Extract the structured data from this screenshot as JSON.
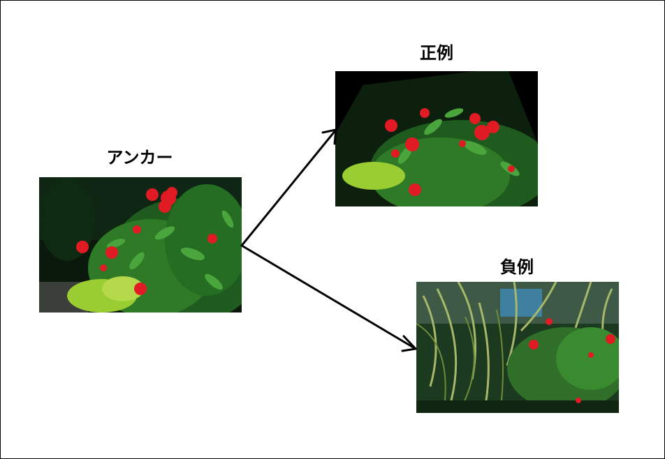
{
  "labels": {
    "anchor": "アンカー",
    "positive": "正例",
    "negative": "負例"
  },
  "colors": {
    "arrow": "#000000",
    "flower_red": "#e01b24",
    "leaf_green": "#2e8b2e",
    "dark_bg": "#0b1a0b"
  },
  "images": {
    "anchor": "flowering-shrub-photo",
    "positive": "rotated-cropped-shrub-photo",
    "negative": "palm-and-hibiscus-photo"
  }
}
